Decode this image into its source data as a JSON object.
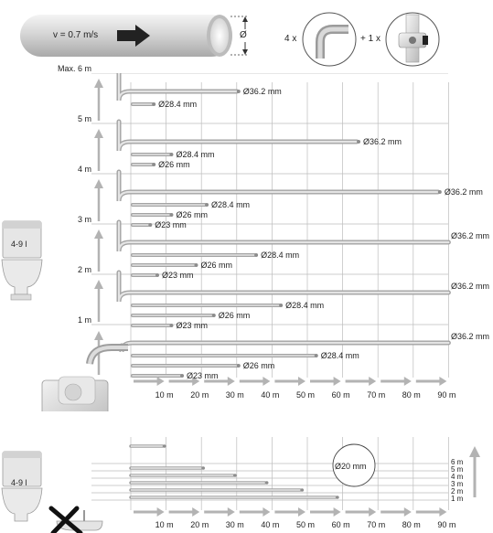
{
  "header": {
    "flow_label": "v = 0.7 m/s",
    "diameter_symbol": "Ø",
    "elbow_count": "4 x",
    "valve_count": "+ 1 x"
  },
  "section1": {
    "y_labels": [
      "1 m",
      "2 m",
      "3 m",
      "4 m",
      "5 m",
      "Max. 6 m"
    ],
    "x_labels": [
      "10 m",
      "20 m",
      "30 m",
      "40 m",
      "50 m",
      "60 m",
      "70 m",
      "80 m",
      "90 m"
    ],
    "toilet_label": "4-9 l",
    "rows": [
      {
        "height_m": 0,
        "pipes": [
          {
            "d": "Ø36.2 mm",
            "length_m": 90
          },
          {
            "d": "Ø28.4 mm",
            "length_m": 52
          },
          {
            "d": "Ø26 mm",
            "length_m": 30
          },
          {
            "d": "Ø23 mm",
            "length_m": 14
          }
        ]
      },
      {
        "height_m": 1,
        "pipes": [
          {
            "d": "Ø36.2 mm",
            "length_m": 90
          },
          {
            "d": "Ø28.4 mm",
            "length_m": 42
          },
          {
            "d": "Ø26 mm",
            "length_m": 23
          },
          {
            "d": "Ø23 mm",
            "length_m": 11
          }
        ]
      },
      {
        "height_m": 2,
        "pipes": [
          {
            "d": "Ø36.2 mm",
            "length_m": 90
          },
          {
            "d": "Ø28.4 mm",
            "length_m": 35
          },
          {
            "d": "Ø26 mm",
            "length_m": 18
          },
          {
            "d": "Ø23 mm",
            "length_m": 7
          }
        ]
      },
      {
        "height_m": 3,
        "pipes": [
          {
            "d": "Ø36.2 mm",
            "length_m": 87
          },
          {
            "d": "Ø28.4 mm",
            "length_m": 21
          },
          {
            "d": "Ø26 mm",
            "length_m": 11
          },
          {
            "d": "Ø23 mm",
            "length_m": 5
          }
        ]
      },
      {
        "height_m": 4,
        "pipes": [
          {
            "d": "Ø36.2 mm",
            "length_m": 64
          },
          {
            "d": "Ø28.4 mm",
            "length_m": 11
          },
          {
            "d": "Ø26 mm",
            "length_m": 6
          }
        ]
      },
      {
        "height_m": 5,
        "pipes": [
          {
            "d": "Ø36.2 mm",
            "length_m": 30
          },
          {
            "d": "Ø28.4 mm",
            "length_m": 6
          }
        ]
      }
    ]
  },
  "section2": {
    "pipe_label": "Ø20 mm",
    "toilet_label": "4-9 l",
    "y_labels": [
      "1 m",
      "2 m",
      "3 m",
      "4 m",
      "5 m",
      "6 m"
    ],
    "x_labels": [
      "10 m",
      "20 m",
      "30 m",
      "40 m",
      "50 m",
      "60 m",
      "70 m",
      "80 m",
      "90 m"
    ],
    "lengths_m": [
      58,
      48,
      38,
      29,
      20,
      9
    ],
    "colors": {
      "pipe": "#c8c8c8",
      "grid": "#bdbdbd",
      "arrow": "#b3b3b3",
      "cross": "#111111"
    }
  },
  "colors": {
    "pipe": "#c8c8c8",
    "grid": "#bdbdbd",
    "arrow": "#b3b3b3",
    "text": "#222222"
  }
}
